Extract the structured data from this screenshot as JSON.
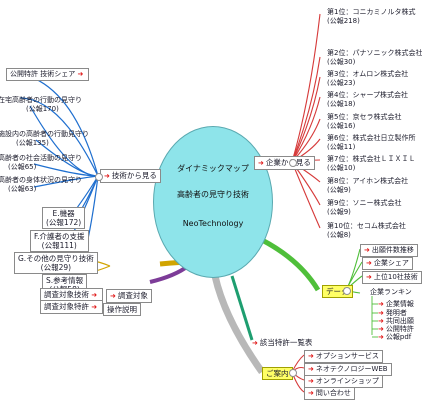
{
  "center": {
    "line1": "ダイナミックマップ",
    "line2": "高齢者の見守り技術",
    "line3": "NeoTechnology"
  },
  "left_branches": {
    "top_item": "公開特許 技術シェア",
    "tech_label": "技術から見る",
    "tech_items": [
      {
        "title": "在宅高齢者の行動の見守り",
        "sub": "(公報170)"
      },
      {
        "title": "施設内の高齢者の行動見守り",
        "sub": "(公報135)"
      },
      {
        "title": "高齢者の社会活動の見守り",
        "sub": "(公報65)"
      },
      {
        "title": "高齢者の身体状況の見守り",
        "sub": "(公報63)"
      },
      {
        "title": "E.機器",
        "sub": "(公報172)"
      },
      {
        "title": "F.介護者の支援",
        "sub": "(公報111)"
      },
      {
        "title": "G.その他の見守り技術",
        "sub": "(公報29)"
      },
      {
        "title": "S.参考情報",
        "sub": "(公報58)"
      }
    ],
    "survey_label": "調査対象",
    "survey_items": [
      "調査対象技術",
      "調査対象特許"
    ],
    "operation": "操作説明"
  },
  "right_branches": {
    "company_label": "企業から見る",
    "companies": [
      {
        "rank": "第1位：コニカミノルタ株式",
        "sub": "(公報218)"
      },
      {
        "rank": "第2位：パナソニック株式会社",
        "sub": "(公報30)"
      },
      {
        "rank": "第3位：オムロン株式会社",
        "sub": "(公報23)"
      },
      {
        "rank": "第4位：シャープ株式会社",
        "sub": "(公報18)"
      },
      {
        "rank": "第5位：京セラ株式会社",
        "sub": "(公報16)"
      },
      {
        "rank": "第6位：株式会社日立製作所",
        "sub": "(公報11)"
      },
      {
        "rank": "第7位：株式会社ＬＩＸＩＬ",
        "sub": "(公報10)"
      },
      {
        "rank": "第8位：アイホン株式会社",
        "sub": "(公報9)"
      },
      {
        "rank": "第9位：ソニー株式会社",
        "sub": "(公報9)"
      },
      {
        "rank": "第10位：セコム株式会社",
        "sub": "(公報8)"
      }
    ],
    "data_label": "データ",
    "data_items": [
      "出願件数推移",
      "企業シェア",
      "上位10社技術"
    ],
    "ranking_head": "企業ランキン",
    "ranking_items": [
      "企業情報",
      "発明者",
      "共同出願",
      "公開特許",
      "公報pdf"
    ],
    "patent_list": "該当特許一覧表",
    "guide_label": "ご案内",
    "guide_items": [
      "オプションサービス",
      "ネオテクノロジーWEB",
      "オンラインショップ",
      "問い合わせ"
    ]
  },
  "colors": {
    "center": "#8ee4ea",
    "tech_branch": "#1f6fcf",
    "company_branch": "#d63a3a",
    "data_branch": "#4fbf3a",
    "survey_branch": "#d1a400",
    "guide_branch": "#b8b8b8"
  }
}
